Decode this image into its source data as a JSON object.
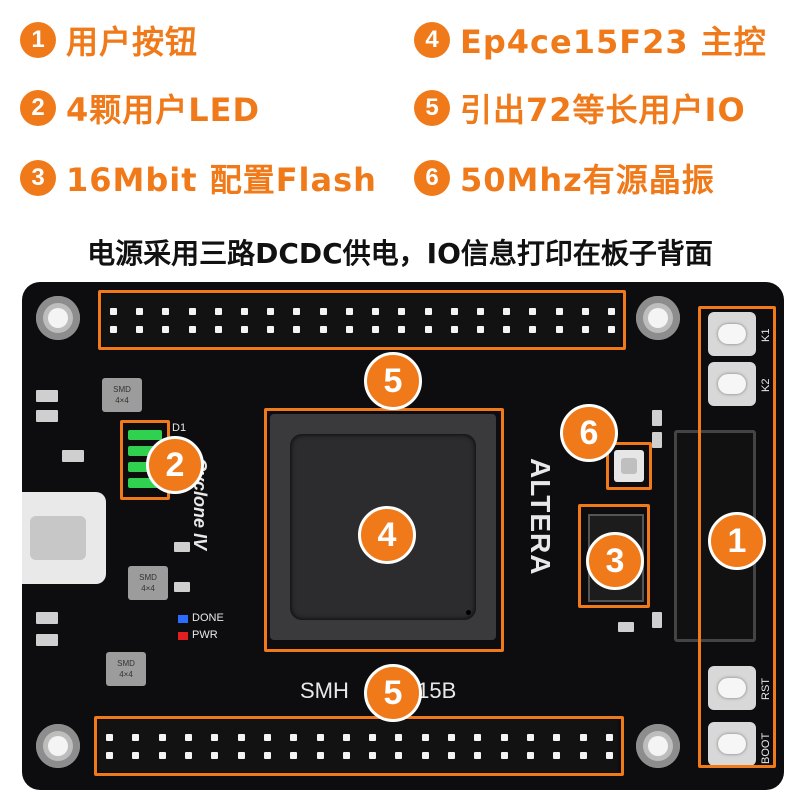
{
  "features": [
    {
      "num": "1",
      "text": "用户按钮"
    },
    {
      "num": "2",
      "text": "4颗用户LED"
    },
    {
      "num": "3",
      "text": "16Mbit 配置Flash"
    },
    {
      "num": "4",
      "text": "Ep4ce15F23 主控"
    },
    {
      "num": "5",
      "text": "引出72等长用户IO"
    },
    {
      "num": "6",
      "text": "50Mhz有源晶振"
    }
  ],
  "subtitle": "电源采用三路DCDC供电，IO信息打印在板子背面",
  "board": {
    "labels": {
      "k1": "K1",
      "k2": "K2",
      "rst": "RST",
      "boot": "BOOT",
      "done": "DONE",
      "pwr": "PWR",
      "d1": "D1",
      "model": "SMH",
      "model_suffix": "415B",
      "cyclone": "Cyclone",
      "cyclone_iv": "IV",
      "altera": "ALTERA",
      "smd_top": "SMD",
      "smd_bottom": "4×4"
    },
    "badges": {
      "b1": "1",
      "b2": "2",
      "b3": "3",
      "b4": "4",
      "b5_top": "5",
      "b5_bottom": "5",
      "b6": "6"
    }
  },
  "colors": {
    "accent": "#f07a1a",
    "board": "#0d0d0f",
    "led": "#2fd14f"
  }
}
